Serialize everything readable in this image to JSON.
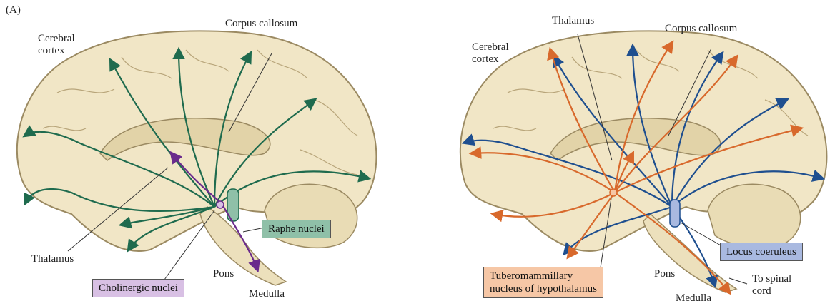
{
  "panel_label": "(A)",
  "left": {
    "cerebral_cortex": [
      "Cerebral",
      "cortex"
    ],
    "corpus_callosum": "Corpus callosum",
    "thalamus": "Thalamus",
    "pons": "Pons",
    "medulla": "Medulla",
    "raphe_nuclei": "Raphe nuclei",
    "cholinergic_nuclei": "Cholinergic nuclei"
  },
  "right": {
    "thalamus": "Thalamus",
    "cerebral_cortex": [
      "Cerebral",
      "cortex"
    ],
    "corpus_callosum": "Corpus callosum",
    "pons": "Pons",
    "medulla": "Medulla",
    "to_spinal_cord": [
      "To spinal",
      "cord"
    ],
    "locus_coeruleus": "Locus coeruleus",
    "tuberomammillary": [
      "Tuberomammillary",
      "nucleus of hypothalamus"
    ]
  },
  "colors": {
    "brain_fill": "#f1e6c6",
    "brain_outline": "#9b8a62",
    "green_pathway": "#1f6b4e",
    "purple_pathway": "#6a2a8c",
    "blue_pathway": "#1f4f8f",
    "orange_pathway": "#d8692c",
    "raphe_box": "#8fc0a8",
    "cholinergic_box": "#d8c0e4",
    "locus_box": "#a9b9e0",
    "tubero_box": "#f6c7a6"
  }
}
